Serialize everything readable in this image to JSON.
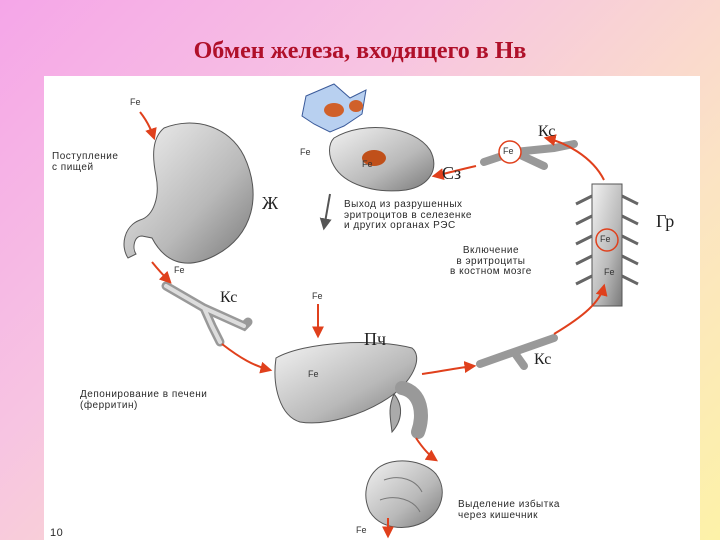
{
  "title": "Обмен железа, входящего в Нв",
  "labels": {
    "fe": "Fe",
    "ks": "Кс",
    "stomach": "Ж",
    "spleen": "Сз",
    "bone": "Гр",
    "liver": "Пч",
    "intake": "Поступление\nс пищей",
    "release": "Выход из разрушенных\nэритроцитов в селезенке\nи других органах РЭС",
    "inclusion": "Включение\nв эритроциты\nв костном мозге",
    "deposit": "Депонирование в печени\n(ферритин)",
    "excretion": "Выделение избытка\nчерез кишечник",
    "corner": "10"
  },
  "colors": {
    "title": "#b0102a",
    "arrow": "#e0401c",
    "organ": "#c8c8c8"
  }
}
